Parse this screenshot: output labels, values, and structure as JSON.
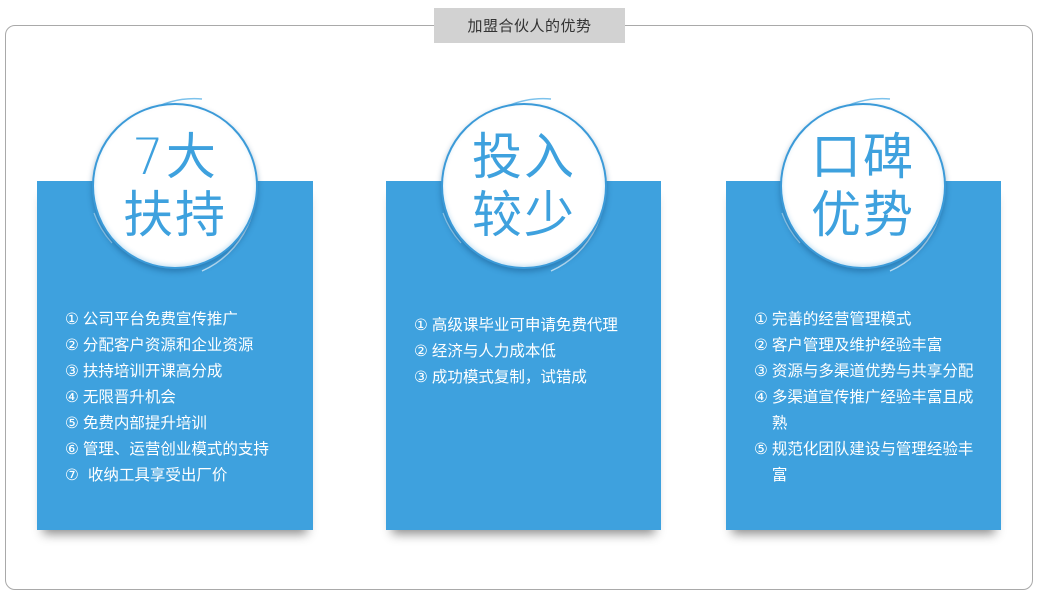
{
  "title": "加盟合伙人的优势",
  "colors": {
    "card_blue": "#3ea1de",
    "title_bg": "#d2d2d2",
    "frame_border": "#a9a9a9"
  },
  "cards": [
    {
      "badge": [
        "7大",
        "扶持"
      ],
      "items": [
        {
          "num": "①",
          "text": "公司平台免费宣传推广"
        },
        {
          "num": "②",
          "text": "分配客户资源和企业资源"
        },
        {
          "num": "③",
          "text": "扶持培训开课高分成"
        },
        {
          "num": "④",
          "text": "无限晋升机会"
        },
        {
          "num": "⑤",
          "text": "免费内部提升培训"
        },
        {
          "num": "⑥",
          "text": "管理、运营创业模式的支持"
        },
        {
          "num": "⑦",
          "text": " 收纳工具享受出厂价"
        }
      ]
    },
    {
      "badge": [
        "投入",
        "较少"
      ],
      "items": [
        {
          "num": "①",
          "text": "高级课毕业可申请免费代理"
        },
        {
          "num": "②",
          "text": "经济与人力成本低"
        },
        {
          "num": "③",
          "text": "成功模式复制，试错成"
        }
      ]
    },
    {
      "badge": [
        "口碑",
        "优势"
      ],
      "items": [
        {
          "num": "①",
          "text": "完善的经营管理模式"
        },
        {
          "num": "②",
          "text": "客户管理及维护经验丰富"
        },
        {
          "num": "③",
          "text": "资源与多渠道优势与共享分配"
        },
        {
          "num": "④",
          "text": "多渠道宣传推广经验丰富且成熟"
        },
        {
          "num": "⑤",
          "text": "规范化团队建设与管理经验丰富"
        }
      ]
    }
  ]
}
